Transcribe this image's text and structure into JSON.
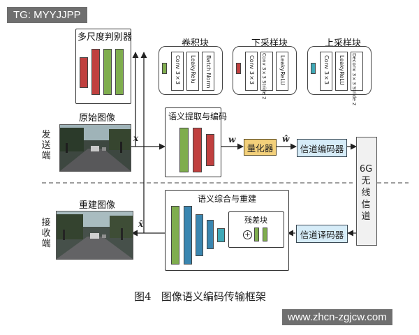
{
  "watermark_top": "TG: MYYJJPP",
  "watermark_bottom": "www.zhcn-zgjcw.com",
  "discriminator": {
    "title": "多尺度判别器"
  },
  "blocks": {
    "conv": {
      "title": "卷积块",
      "labels": [
        "Conv 3×3",
        "LeakyRelu",
        "Batch Norm"
      ]
    },
    "down": {
      "title": "下采样块",
      "labels": [
        "Conv 3×3",
        "Conv 3×3 Stride 2",
        "LeakyReLU"
      ]
    },
    "up": {
      "title": "上采样块",
      "labels": [
        "Conv 3×3",
        "LeakyReLU",
        "Deconv 3×3 Stride 2"
      ]
    }
  },
  "sender": {
    "label": "发送端",
    "image_title": "原始图像"
  },
  "receiver": {
    "label": "接收端",
    "image_title": "重建图像"
  },
  "extraction": {
    "title": "语义提取与编码"
  },
  "reconstruction": {
    "title": "语义综合与重建",
    "residual_title": "残差块",
    "plus": "+"
  },
  "quantizer": "量化器",
  "channel_encoder": "信道编码器",
  "channel_decoder": "信道译码器",
  "channel": {
    "label": "6G无线信道"
  },
  "symbols": {
    "x": "x",
    "w": "w",
    "w_hat": "ŵ",
    "x_hat": "x̂"
  },
  "caption": "图4   图像语义编码传输框架"
}
